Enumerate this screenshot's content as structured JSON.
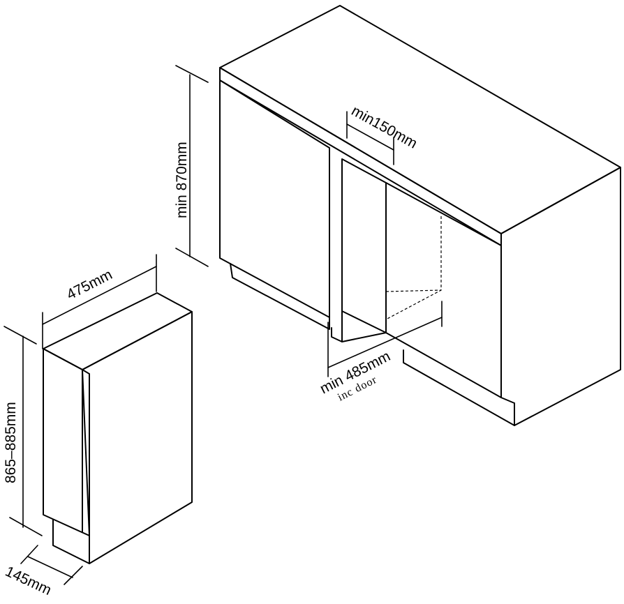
{
  "labels": {
    "cabinet_height": "min 870mm",
    "gap_width": "min150mm",
    "cabinet_depth": "min 485mm",
    "cabinet_depth_note": "inc door",
    "unit_depth": "475mm",
    "unit_height": "865–885mm",
    "unit_width": "145mm"
  }
}
